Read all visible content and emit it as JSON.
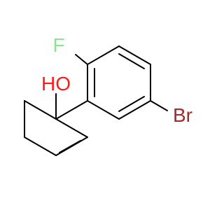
{
  "molecule": {
    "atoms": {
      "fluorine": {
        "symbol": "F",
        "color": "#8fe28f"
      },
      "hydroxyl": {
        "symbol": "HO",
        "color": "#ff1a1a"
      },
      "bromine": {
        "symbol": "Br",
        "color": "#a52a2a"
      }
    },
    "bond_color": "#000000"
  }
}
